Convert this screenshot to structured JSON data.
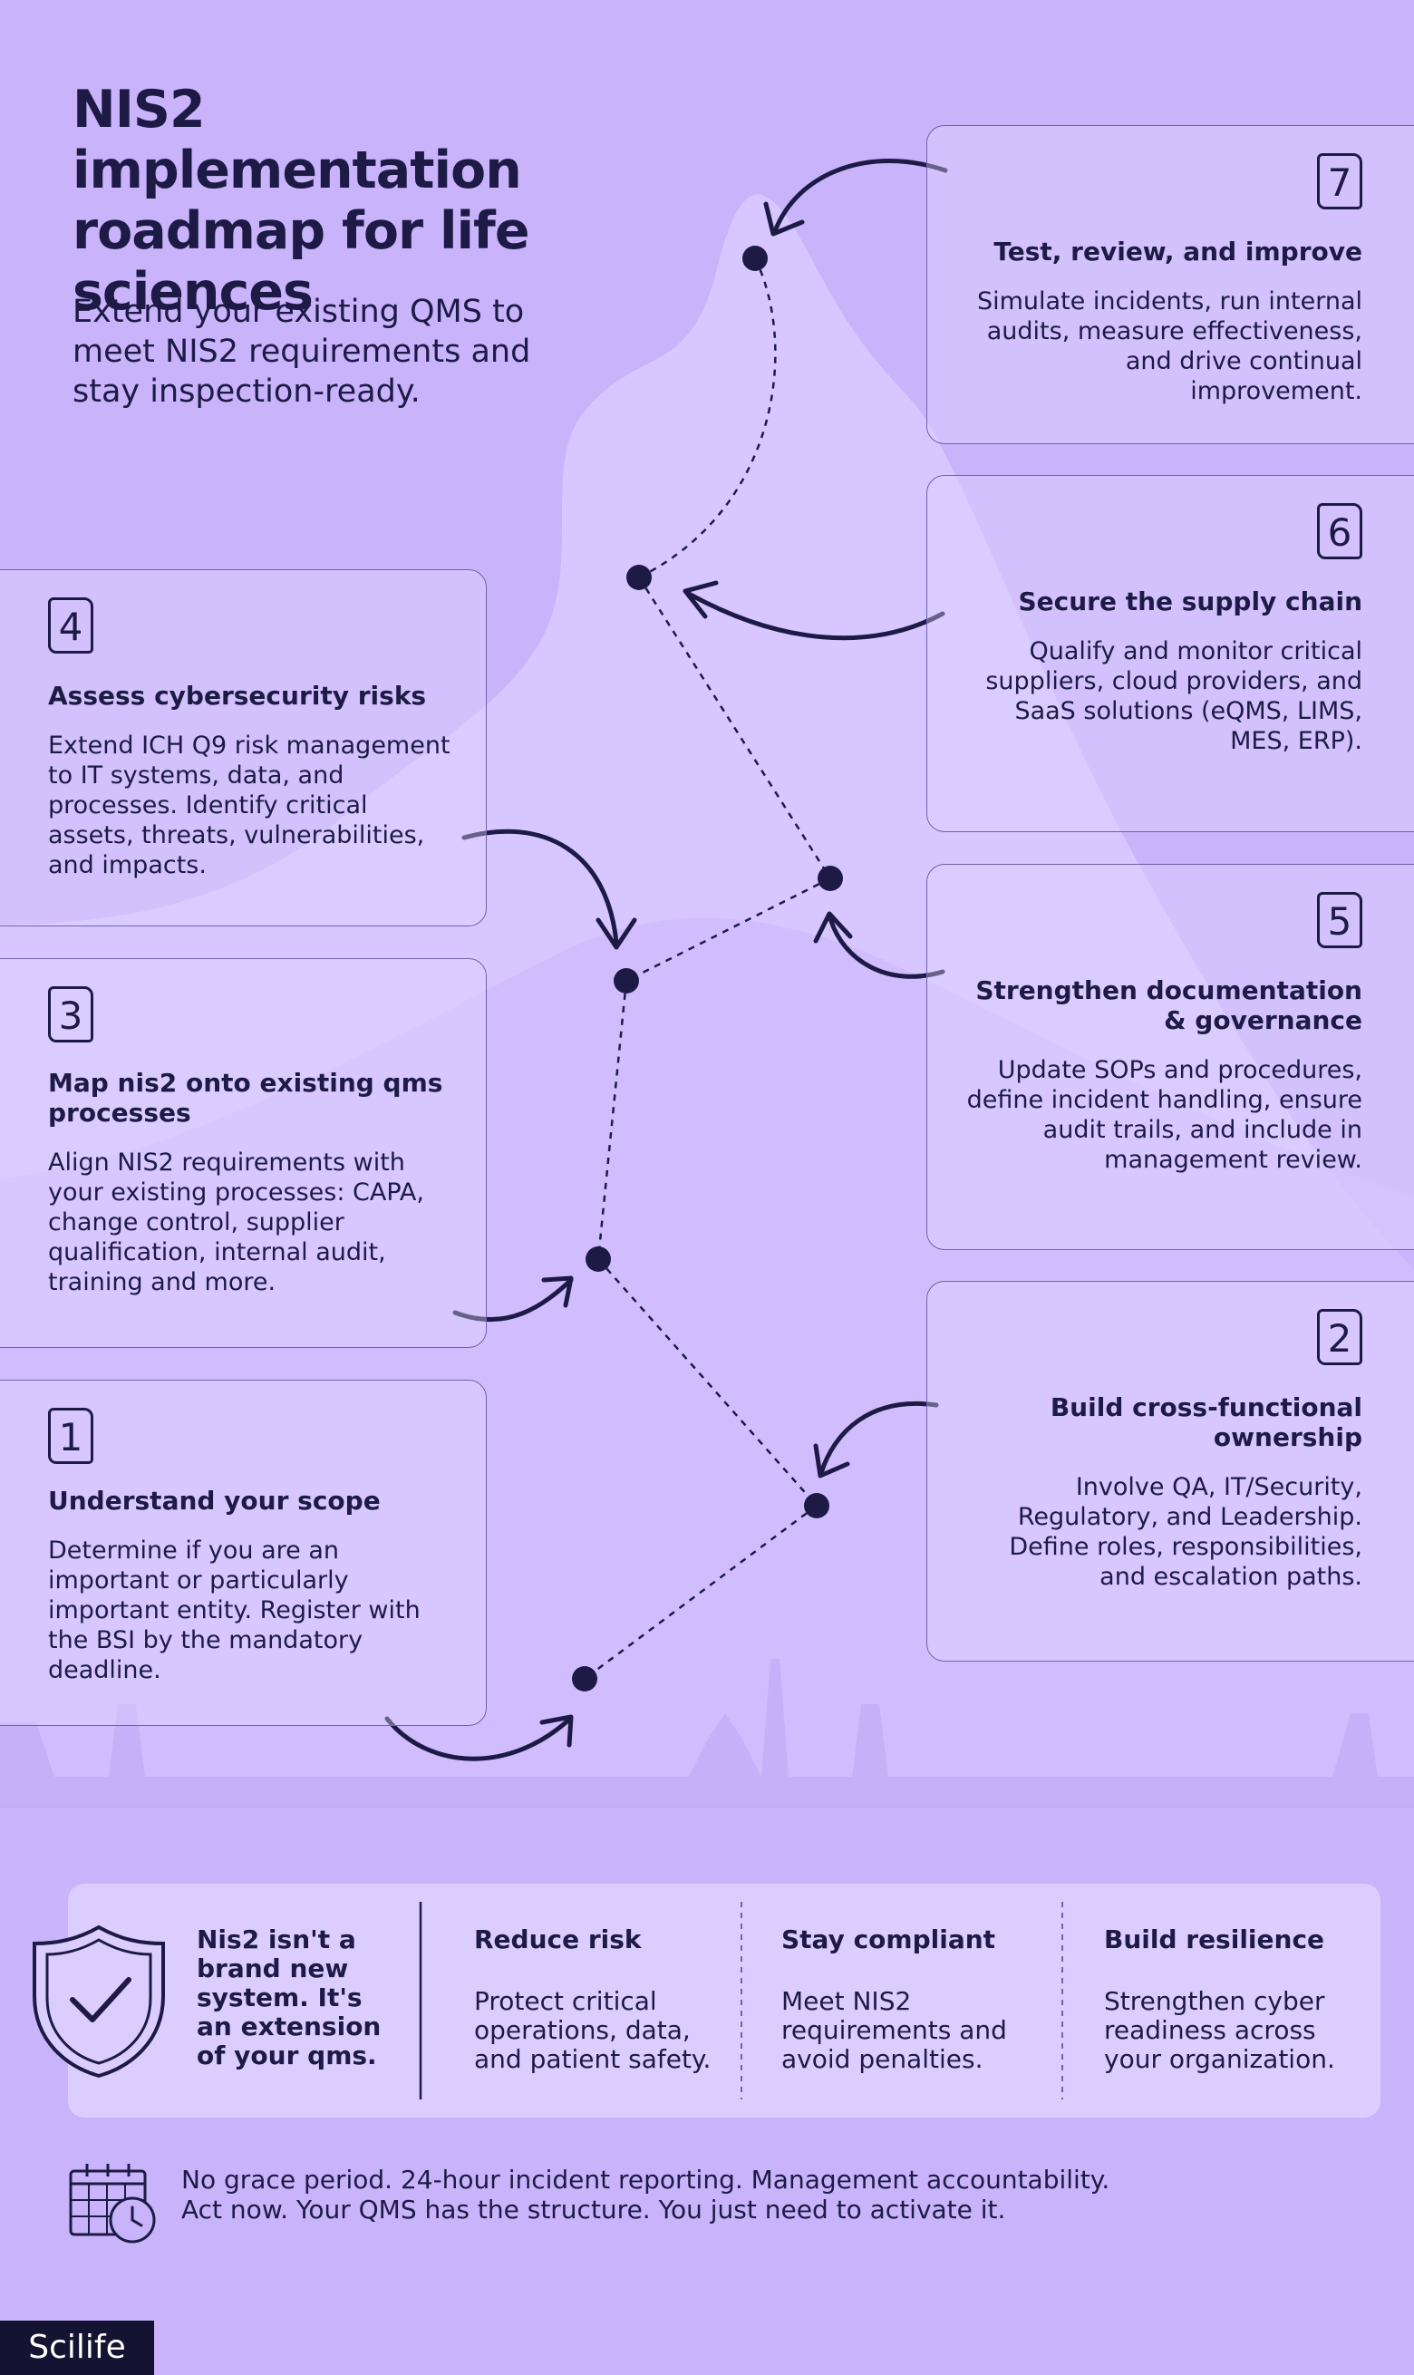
{
  "header": {
    "title": "NIS2 implementation roadmap for life sciences",
    "subtitle": "Extend your existing QMS to meet NIS2 requirements and stay inspection-ready."
  },
  "steps": [
    {
      "number": "1",
      "title": "Understand your scope",
      "text": "Determine if you are an important or particularly important entity. Register with the BSI by the mandatory deadline."
    },
    {
      "number": "2",
      "title": "Build cross-functional ownership",
      "text": "Involve QA, IT/Security, Regulatory, and Leadership. Define roles, responsibilities, and escalation paths."
    },
    {
      "number": "3",
      "title": "Map nis2 onto existing qms processes",
      "text": "Align NIS2 requirements with your existing processes: CAPA, change control, supplier qualification, internal audit, training and more."
    },
    {
      "number": "4",
      "title": "Assess cybersecurity risks",
      "text": "Extend ICH Q9 risk management to IT systems, data, and processes. Identify critical assets, threats, vulnerabilities, and impacts."
    },
    {
      "number": "5",
      "title": "Strengthen documentation & governance",
      "text": "Update SOPs and procedures, define incident handling, ensure audit trails, and include in management review."
    },
    {
      "number": "6",
      "title": "Secure the supply chain",
      "text": "Qualify and monitor critical suppliers, cloud providers, and SaaS solutions (eQMS, LIMS, MES, ERP)."
    },
    {
      "number": "7",
      "title": "Test, review, and improve",
      "text": "Simulate incidents, run internal audits, measure effectiveness, and drive continual improvement."
    }
  ],
  "summary": {
    "lead": "Nis2 isn't a brand new system. It's an extension of your qms.",
    "columns": [
      {
        "title": "Reduce risk",
        "text": "Protect critical operations, data, and patient safety."
      },
      {
        "title": "Stay compliant",
        "text": "Meet NIS2 requirements and avoid penalties."
      },
      {
        "title": "Build resilience",
        "text": "Strengthen cyber readiness across your organization."
      }
    ]
  },
  "footer": {
    "line1": "No grace period. 24-hour incident reporting. Management accountability.",
    "line2": "Act now. Your QMS has the structure. You just need to activate it."
  },
  "brand": "Scilife",
  "icons": [
    "shield-check-icon",
    "calendar-clock-icon"
  ],
  "colors": {
    "background": "#c9b3fb",
    "ink": "#1d1b45",
    "panel": "#dccdff",
    "mountain": "#d8c8ff"
  }
}
